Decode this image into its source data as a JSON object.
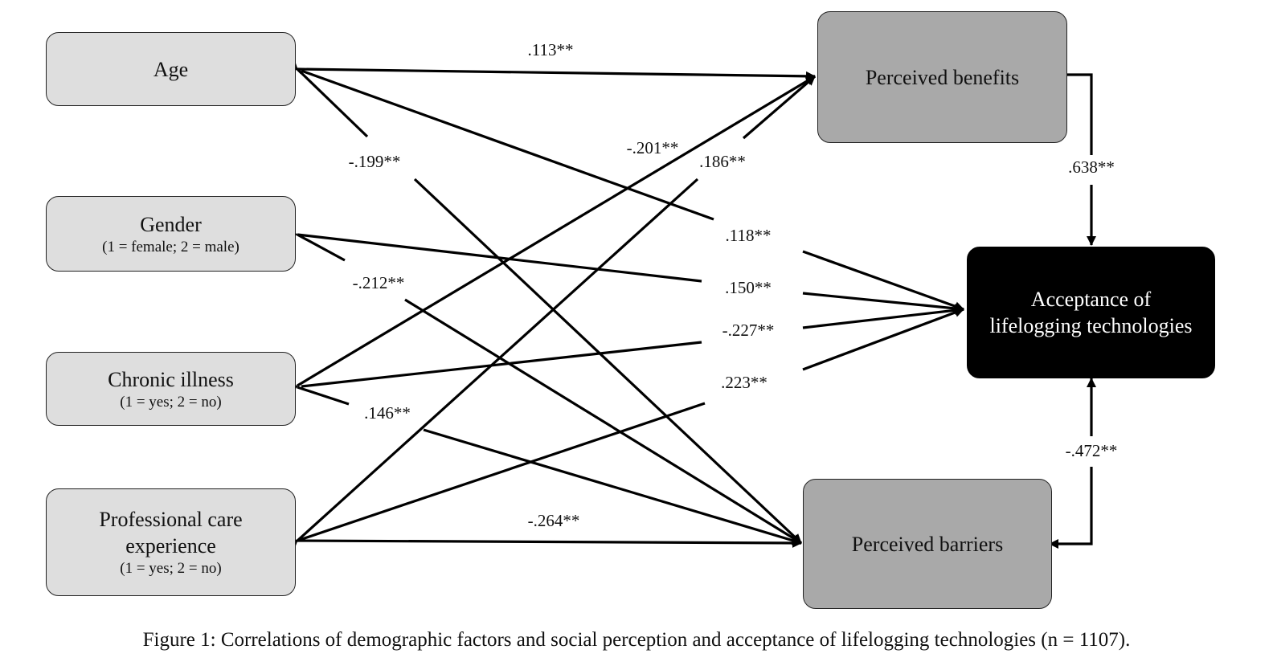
{
  "nodes": {
    "age": {
      "title": "Age"
    },
    "gender": {
      "title": "Gender",
      "sub": "(1 = female; 2 = male)"
    },
    "chronic": {
      "title": "Chronic illness",
      "sub": "(1 = yes; 2 = no)"
    },
    "care": {
      "title_1": "Professional care",
      "title_2": "experience",
      "sub": "(1 = yes; 2 = no)"
    },
    "benefits": {
      "title": "Perceived benefits"
    },
    "acceptance": {
      "title_1": "Acceptance of",
      "title_2": "lifelogging technologies"
    },
    "barriers": {
      "title": "Perceived barriers"
    }
  },
  "correlations": {
    "age_benefits": ".113**",
    "age_barriers": "-.199**",
    "age_acceptance": ".118**",
    "gender_barriers": "-.212**",
    "gender_acceptance": ".150**",
    "chronic_benefits": "-.201**",
    "chronic_acceptance": "-.227**",
    "chronic_barriers": ".146**",
    "care_benefits": ".186**",
    "care_acceptance": ".223**",
    "care_barriers": "-.264**",
    "benefits_acceptance": ".638**",
    "barriers_acceptance": "-.472**"
  },
  "caption": "Figure 1: Correlations of demographic factors and social perception and acceptance of lifelogging technologies (n = 1107)."
}
